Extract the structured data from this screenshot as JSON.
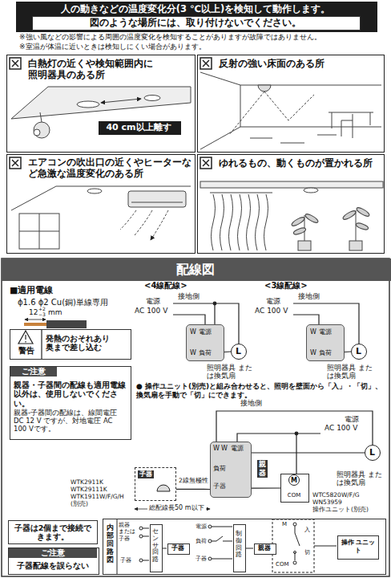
{
  "diagram": {
    "nodes": [
      {
        "text": [
          "人の動きなどの温度変化分(3 ℃以上)を検知して動作します。"
        ]
      },
      {
        "text": [
          "図のような場所には、取り付けないでください。"
        ],
        "in": 0
      },
      {
        "text": [
          "白熱灯の近くや検知範囲内に照明器具のある所"
        ]
      },
      {
        "text": [
          "40 cm以上離す"
        ],
        "in": 2
      },
      {
        "text": [
          "反射の強い床面のある所"
        ]
      },
      {
        "text": [
          "エアコンの吹出口の近くやヒーターなど急激な温度変化のある所"
        ]
      },
      {
        "text": [
          "ゆれるもの、動くものが置かれる所"
        ]
      },
      {
        "text": [
          "配線図"
        ]
      },
      {
        "text": [
          "警告",
          "発熱のおそれあり 奥まで差し込む"
        ]
      },
      {
        "text": [
          "ご注意",
          "親器・子器間の配線も適用電線以外は、使用しないでください。",
          "親器-子器間の配線は、線間電圧 DC 12 V ですが、対地電圧 AC 100 Vです。"
        ]
      },
      {
        "text": [
          "W",
          "電源",
          "W",
          "負荷"
        ]
      },
      {
        "text": [
          "L"
        ]
      },
      {
        "text": [
          "W",
          "電源",
          "W",
          "負荷"
        ]
      },
      {
        "text": [
          "L"
        ]
      },
      {
        "text": [
          "親器",
          "W",
          "W",
          "電源",
          "負荷",
          "子器"
        ]
      },
      {
        "text": [
          "子器"
        ]
      },
      {
        "text": [
          "M",
          "COM"
        ]
      },
      {
        "text": [
          "L"
        ]
      },
      {
        "text": [
          "子器は2個まで接続できます。"
        ]
      },
      {
        "text": [
          "ご注意",
          "子器配線を誤らない"
        ]
      },
      {
        "text": [
          "内部回路図"
        ]
      },
      {
        "text": [
          "センサ回路"
        ],
        "in": 20
      },
      {
        "text": [
          "子器"
        ],
        "in": 20
      },
      {
        "text": [
          "制御回路"
        ],
        "in": 20
      },
      {
        "text": [
          "親器"
        ],
        "in": 20
      },
      {
        "text": [
          "操作 ユニット"
        ],
        "in": 20
      }
    ],
    "edges": [
      {
        "from": 10,
        "to": 11,
        "arrow": "none"
      },
      {
        "from": 12,
        "to": 13,
        "arrow": "none"
      },
      {
        "from": 14,
        "to": 15,
        "arrow": "none"
      },
      {
        "from": 14,
        "to": 16,
        "arrow": "none"
      },
      {
        "from": 14,
        "to": 17,
        "arrow": "none"
      }
    ],
    "labels": [
      "※強い風などの影響による周囲の温度変化を検知することがありますが故障ではありません。",
      "※室温が体温に近いときは検知しにくい場合があります。",
      "■適用電線",
      "ϕ1.6 ϕ2 Cu(銅)単線専用",
      "12",
      "+2",
      "−3",
      "mm",
      "<4線配線>",
      "接地側",
      "電源",
      "AC 100 V",
      "照明器具 または換気扇",
      "<3線配線>",
      "接地側",
      "電源",
      "AC 100 V",
      "照明器具 または換気扇",
      "● 操作ユニット(別売)と組み合わせると、照明を壁面から「入」・「切」、換気扇を手動で「切」にできます。",
      "接地側",
      "電源",
      "AC 100 V",
      "照明器具 または換気扇",
      "WTK2911K",
      "WTK29111K",
      "WTK1911W/F/G/H",
      "(別売)",
      "2線無極性",
      "総配線長50 m以下",
      "WTC5820W/F/G",
      "WN53959",
      "操作ユニット(別売)",
      "親器 または 子器",
      "子器",
      "電源",
      "負荷",
      "子器",
      "M",
      "入",
      "切",
      "COM"
    ]
  }
}
